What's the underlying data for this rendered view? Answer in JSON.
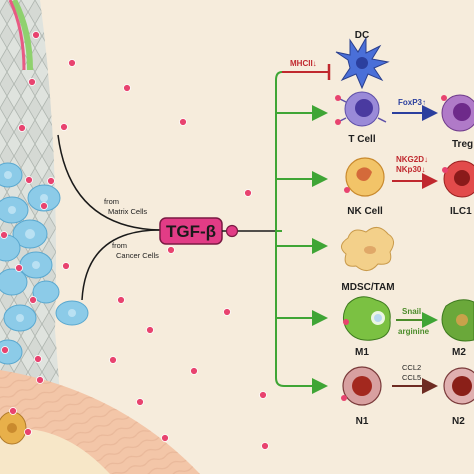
{
  "center": {
    "label": "TGF-β"
  },
  "sources": {
    "matrix_from": "from",
    "matrix": "Matrix Cells",
    "cancer_from": "from",
    "cancer": "Cancer Cells"
  },
  "cells": {
    "dc": "DC",
    "tcell": "T Cell",
    "treg": "Treg",
    "nk": "NK Cell",
    "ilc1": "ILC1",
    "mdsc": "MDSC/TAM",
    "m1": "M1",
    "m2": "M2",
    "n1": "N1",
    "n2": "N2"
  },
  "annotations": {
    "mhcii": "MHCII↓",
    "foxp3": "FoxP3↑",
    "nkg2d": "NKG2D↓",
    "nkp30": "NKp30↓",
    "snail": "Snail",
    "arginine": "arginine",
    "ccl2": "CCL2",
    "ccl5": "CCL5"
  },
  "colors": {
    "background": "#f6ecdc",
    "tgf_box": "#e23c86",
    "green_arrow": "#3fa535",
    "inhibit": "#c0282e",
    "tissue": "#cfd3cf",
    "cancer_cell": "#8ccbe8"
  }
}
